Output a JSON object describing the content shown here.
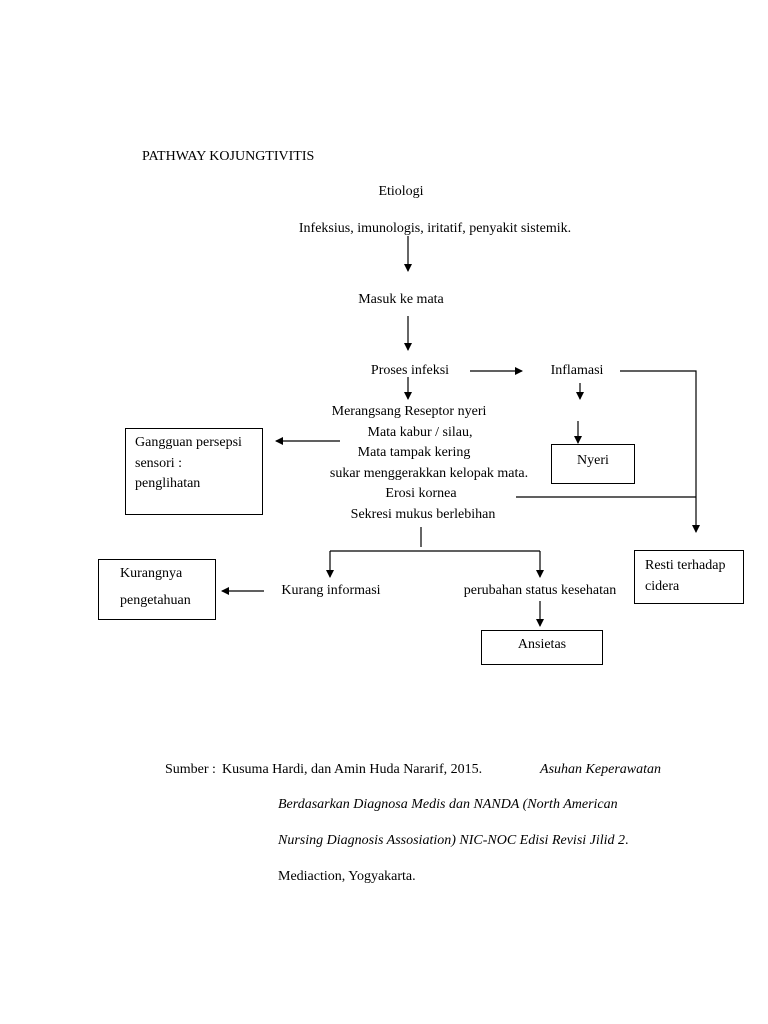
{
  "title": "PATHWAY KOJUNGTIVITIS",
  "nodes": {
    "etiologi": "Etiologi",
    "causes": "Infeksius, imunologis, iritatif, penyakit sistemik.",
    "masuk": "Masuk ke mata",
    "proses": "Proses infeksi",
    "inflamasi": "Inflamasi",
    "symptoms": [
      "Merangsang Reseptor nyeri",
      "Mata kabur / silau,",
      "Mata tampak kering",
      "sukar menggerakkan kelopak mata.",
      "Erosi kornea",
      "Sekresi mukus berlebihan"
    ],
    "nyeri": "Nyeri",
    "gangguan": [
      "Gangguan persepsi",
      "sensori :",
      "penglihatan"
    ],
    "resti": [
      "Resti terhadap",
      "cidera"
    ],
    "kurang_info": "Kurang informasi",
    "perubahan": "perubahan status kesehatan",
    "kurangnya": [
      "Kurangnya",
      "pengetahuan"
    ],
    "ansietas": "Ansietas"
  },
  "source": {
    "label": "Sumber :",
    "authors": "Kusuma Hardi, dan Amin Huda Nararif, 2015.",
    "title_part1": "Asuhan Keperawatan",
    "title_part2": "Berdasarkan Diagnosa Medis dan NANDA (North American",
    "title_part3": "Nursing Diagnosis Assosiation) NIC-NOC Edisi Revisi Jilid 2",
    "period": ".",
    "publisher": "Mediaction, Yogyakarta."
  }
}
